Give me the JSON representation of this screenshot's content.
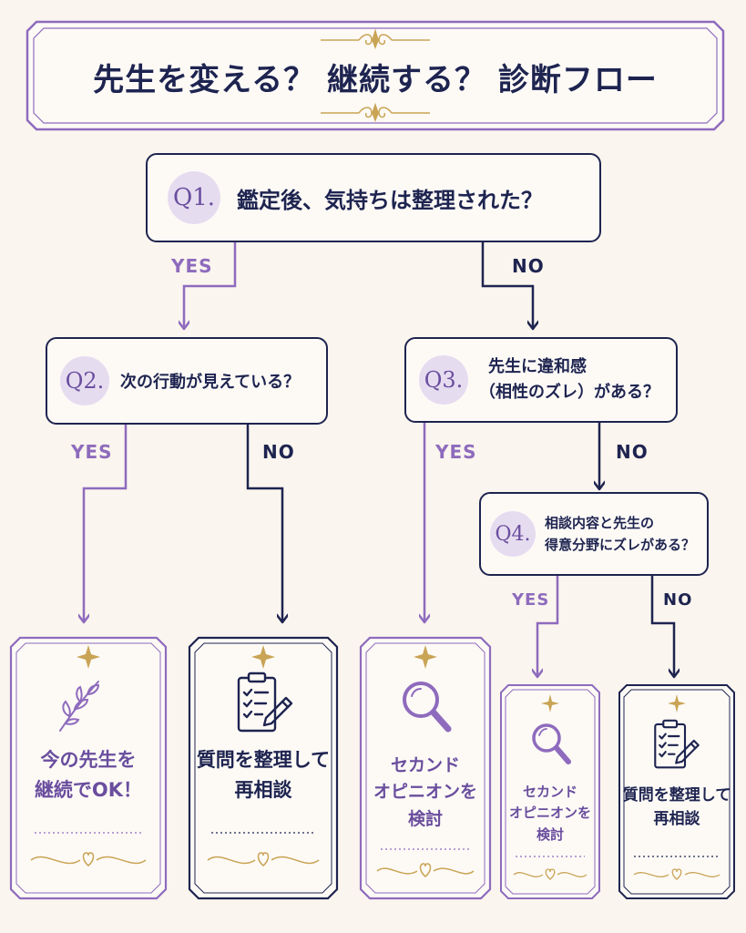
{
  "title": "先生を変える？ 継続する？ 診断フロー",
  "q1": {
    "label": "Q1.",
    "text": "鑑定後、気持ちは整理された？"
  },
  "q2": {
    "label": "Q2.",
    "text": "次の行動が見えている？"
  },
  "q3": {
    "label": "Q3.",
    "line1": "先生に違和感",
    "line2": "（相性のズレ）がある？"
  },
  "q4": {
    "label": "Q4.",
    "line1": "相談内容と先生の",
    "line2": "得意分野にズレがある？"
  },
  "branches": {
    "yes": "YES",
    "no": "NO"
  },
  "results": {
    "continue": {
      "line1": "今の先生を",
      "line2": "継続でOK！"
    },
    "reconsult1": {
      "line1": "質問を整理して",
      "line2": "再相談"
    },
    "second1": {
      "line1": "セカンド",
      "line2": "オピニオンを",
      "line3": "検討"
    },
    "second2": {
      "line1": "セカンド",
      "line2": "オピニオンを",
      "line3": "検討"
    },
    "reconsult2": {
      "line1": "質問を整理して",
      "line2": "再相談"
    }
  },
  "colors": {
    "navy": "#1e2450",
    "purple": "#8e6bbd",
    "gold": "#c9a455",
    "background": "#faf5ee"
  },
  "icons": {
    "continue": "leaf-branch-icon",
    "reconsult": "clipboard-checklist-icon",
    "second": "magnifier-icon"
  }
}
